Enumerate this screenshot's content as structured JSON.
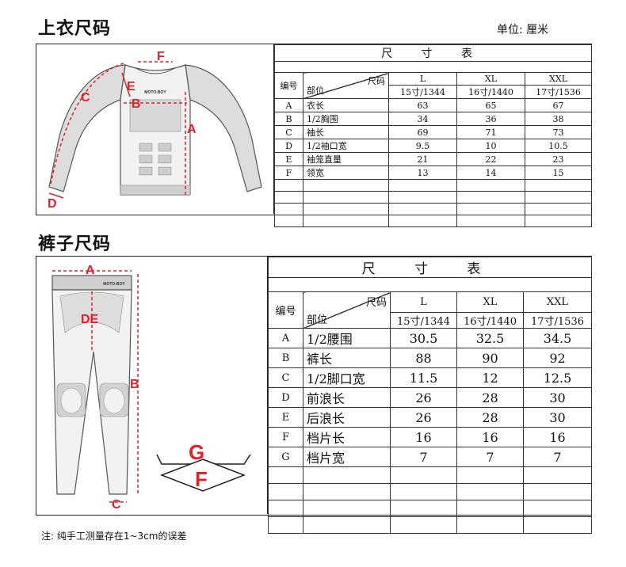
{
  "shirt": {
    "title": "上衣尺码",
    "unit": "单位: 厘米",
    "table_title": "尺 寸 表",
    "col_number": "编号",
    "col_size": "尺码",
    "col_part": "部位",
    "sizes": [
      "L",
      "XL",
      "XXL"
    ],
    "codes": [
      "15寸/1344",
      "16寸/1440",
      "17寸/1536"
    ],
    "rows": [
      {
        "id": "A",
        "name": "衣长",
        "values": [
          "63",
          "65",
          "67"
        ]
      },
      {
        "id": "B",
        "name": "1/2胸围",
        "values": [
          "34",
          "36",
          "38"
        ]
      },
      {
        "id": "C",
        "name": "袖长",
        "values": [
          "69",
          "71",
          "73"
        ]
      },
      {
        "id": "D",
        "name": "1/2袖口宽",
        "values": [
          "9.5",
          "10",
          "10.5"
        ]
      },
      {
        "id": "E",
        "name": "袖笼直量",
        "values": [
          "21",
          "22",
          "23"
        ]
      },
      {
        "id": "F",
        "name": "领宽",
        "values": [
          "13",
          "14",
          "15"
        ]
      }
    ],
    "figure_labels": {
      "a": "A",
      "b": "B",
      "c": "C",
      "d": "D",
      "e": "E",
      "f": "F"
    },
    "brand": "MOTO-BOY"
  },
  "pants": {
    "title": "裤子尺码",
    "table_title": "尺 寸 表",
    "col_number": "编号",
    "col_size": "尺码",
    "col_part": "部位",
    "sizes": [
      "L",
      "XL",
      "XXL"
    ],
    "codes": [
      "15寸/1344",
      "16寸/1440",
      "17寸/1536"
    ],
    "rows": [
      {
        "id": "A",
        "name": "1/2腰围",
        "values": [
          "30.5",
          "32.5",
          "34.5"
        ]
      },
      {
        "id": "B",
        "name": "裤长",
        "values": [
          "88",
          "90",
          "92"
        ]
      },
      {
        "id": "C",
        "name": "1/2脚口宽",
        "values": [
          "11.5",
          "12",
          "12.5"
        ]
      },
      {
        "id": "D",
        "name": "前浪长",
        "values": [
          "26",
          "28",
          "30"
        ]
      },
      {
        "id": "E",
        "name": "后浪长",
        "values": [
          "26",
          "28",
          "30"
        ]
      },
      {
        "id": "F",
        "name": "档片长",
        "values": [
          "16",
          "16",
          "16"
        ]
      },
      {
        "id": "G",
        "name": "档片宽",
        "values": [
          "7",
          "7",
          "7"
        ]
      }
    ],
    "figure_labels": {
      "a": "A",
      "b": "B",
      "c": "C",
      "de": "DE",
      "f": "F",
      "g": "G"
    },
    "brand": "MOTO-BOY"
  },
  "note": "注: 纯手工测量存在1~3cm的误差",
  "colors": {
    "accent": "#e0202a",
    "border": "#222222",
    "gray": "#c8c8c8"
  }
}
